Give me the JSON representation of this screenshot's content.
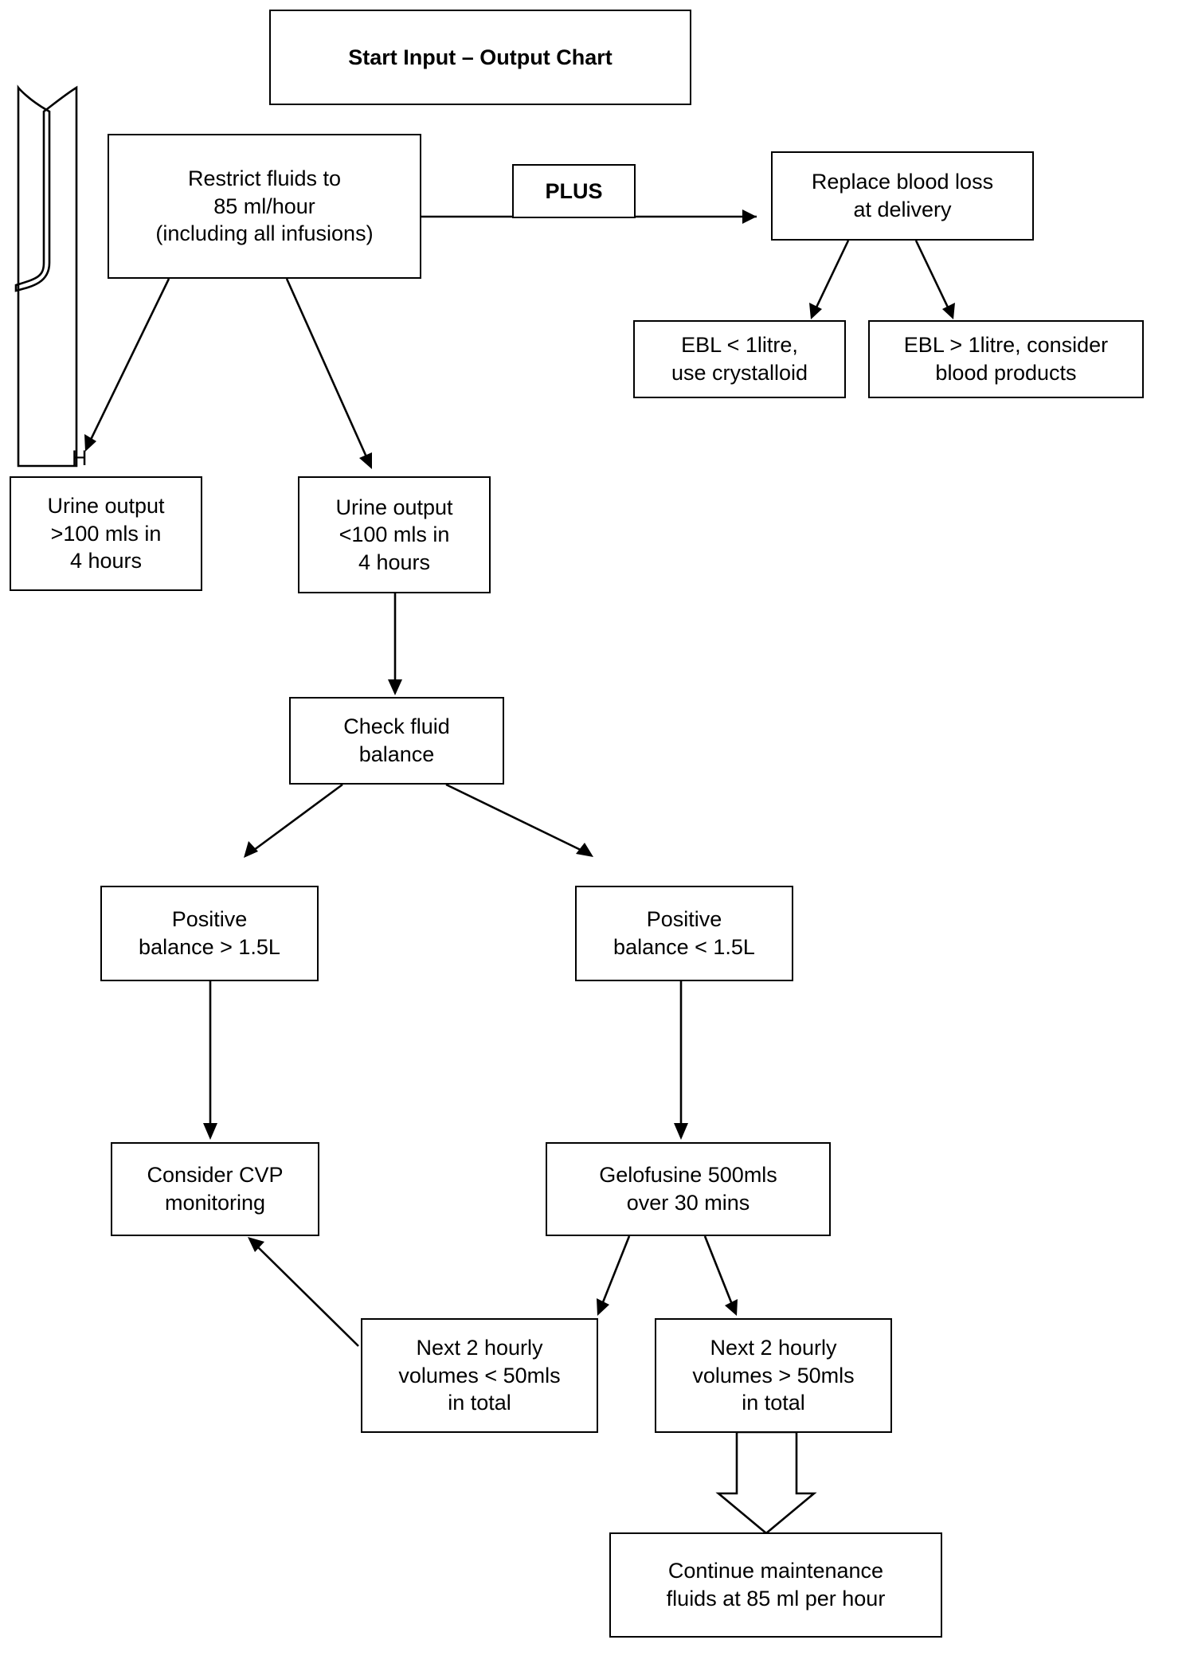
{
  "diagram": {
    "title": "Start Input – Output Chart",
    "nodes": [
      {
        "id": "start",
        "label": "Start Input – Output Chart"
      },
      {
        "id": "restrict",
        "label": "Restrict fluids to\n85 ml/hour\n(including all infusions)"
      },
      {
        "id": "plus",
        "label": "PLUS"
      },
      {
        "id": "replace",
        "label": "Replace blood loss\nat delivery"
      },
      {
        "id": "ebl_low",
        "label": "EBL < 1litre,\nuse crystalloid"
      },
      {
        "id": "ebl_high",
        "label": "EBL > 1litre, consider\nblood products"
      },
      {
        "id": "urine_high",
        "label": "Urine output\n>100 mls in\n4 hours"
      },
      {
        "id": "urine_low",
        "label": "Urine output\n<100 mls in\n4 hours"
      },
      {
        "id": "check",
        "label": "Check fluid\nbalance"
      },
      {
        "id": "pos_high",
        "label": "Positive\nbalance > 1.5L"
      },
      {
        "id": "pos_low",
        "label": "Positive\nbalance < 1.5L"
      },
      {
        "id": "cvp",
        "label": "Consider CVP\nmonitoring"
      },
      {
        "id": "gelo",
        "label": "Gelofusine 500mls\nover 30 mins"
      },
      {
        "id": "next_low",
        "label": "Next 2 hourly\nvolumes < 50mls\nin total"
      },
      {
        "id": "next_high",
        "label": "Next 2 hourly\nvolumes > 50mls\nin total"
      },
      {
        "id": "continue",
        "label": "Continue maintenance\nfluids at 85 ml per hour"
      }
    ],
    "annotations": [
      {
        "id": "h-marker",
        "label": "H"
      }
    ]
  }
}
